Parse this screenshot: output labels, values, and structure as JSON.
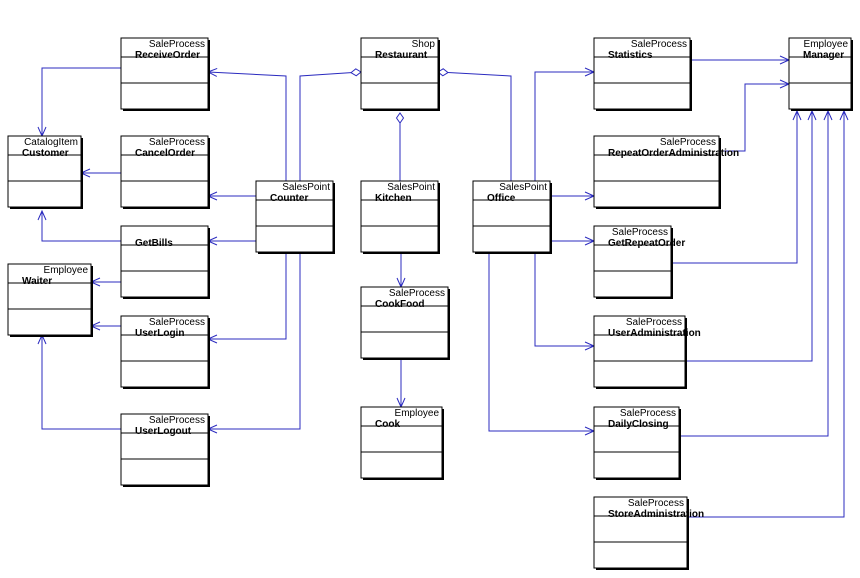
{
  "diagram": {
    "classes": [
      {
        "id": "shop-restaurant",
        "stereotype": "Shop",
        "name": "Restaurant"
      },
      {
        "id": "receive-order",
        "stereotype": "SaleProcess",
        "name": "ReceiveOrder"
      },
      {
        "id": "cancel-order",
        "stereotype": "SaleProcess",
        "name": "CancelOrder"
      },
      {
        "id": "get-bills",
        "stereotype": "",
        "name": "GetBills"
      },
      {
        "id": "user-login",
        "stereotype": "SaleProcess",
        "name": "UserLogin"
      },
      {
        "id": "user-logout",
        "stereotype": "SaleProcess",
        "name": "UserLogout"
      },
      {
        "id": "customer",
        "stereotype": "CatalogItem",
        "name": "Customer"
      },
      {
        "id": "waiter",
        "stereotype": "Employee",
        "name": "Waiter"
      },
      {
        "id": "counter",
        "stereotype": "SalesPoint",
        "name": "Counter"
      },
      {
        "id": "kitchen",
        "stereotype": "SalesPoint",
        "name": "Kitchen"
      },
      {
        "id": "office",
        "stereotype": "SalesPoint",
        "name": "Office"
      },
      {
        "id": "cook-food",
        "stereotype": "SaleProcess",
        "name": "CookFood"
      },
      {
        "id": "cook",
        "stereotype": "Employee",
        "name": "Cook"
      },
      {
        "id": "statistics",
        "stereotype": "SaleProcess",
        "name": "Statistics"
      },
      {
        "id": "manager",
        "stereotype": "Employee",
        "name": "Manager"
      },
      {
        "id": "repeat-order-admin",
        "stereotype": "SaleProcess",
        "name": "RepeatOrderAdministration"
      },
      {
        "id": "get-repeat-order",
        "stereotype": "SaleProcess",
        "name": "GetRepeatOrder"
      },
      {
        "id": "user-admin",
        "stereotype": "SaleProcess",
        "name": "UserAdministration"
      },
      {
        "id": "daily-closing",
        "stereotype": "SaleProcess",
        "name": "DailyClosing"
      },
      {
        "id": "store-admin",
        "stereotype": "SaleProcess",
        "name": "StoreAdministration"
      }
    ],
    "relations": [
      {
        "kind": "composition",
        "from": "shop-restaurant",
        "to": "counter"
      },
      {
        "kind": "composition",
        "from": "shop-restaurant",
        "to": "kitchen"
      },
      {
        "kind": "composition",
        "from": "shop-restaurant",
        "to": "office"
      },
      {
        "kind": "association",
        "from": "counter",
        "to": "receive-order"
      },
      {
        "kind": "association",
        "from": "counter",
        "to": "cancel-order"
      },
      {
        "kind": "association",
        "from": "counter",
        "to": "get-bills"
      },
      {
        "kind": "association",
        "from": "counter",
        "to": "user-login"
      },
      {
        "kind": "association",
        "from": "counter",
        "to": "user-logout"
      },
      {
        "kind": "association",
        "from": "receive-order",
        "to": "customer"
      },
      {
        "kind": "association",
        "from": "cancel-order",
        "to": "customer"
      },
      {
        "kind": "association",
        "from": "get-bills",
        "to": "customer"
      },
      {
        "kind": "association",
        "from": "get-bills",
        "to": "waiter"
      },
      {
        "kind": "association",
        "from": "user-login",
        "to": "waiter"
      },
      {
        "kind": "association",
        "from": "user-logout",
        "to": "waiter"
      },
      {
        "kind": "association",
        "from": "kitchen",
        "to": "cook-food"
      },
      {
        "kind": "association",
        "from": "cook-food",
        "to": "cook"
      },
      {
        "kind": "association",
        "from": "office",
        "to": "statistics"
      },
      {
        "kind": "association",
        "from": "office",
        "to": "repeat-order-admin"
      },
      {
        "kind": "association",
        "from": "office",
        "to": "get-repeat-order"
      },
      {
        "kind": "association",
        "from": "office",
        "to": "user-admin"
      },
      {
        "kind": "association",
        "from": "office",
        "to": "daily-closing"
      },
      {
        "kind": "association",
        "from": "statistics",
        "to": "manager"
      },
      {
        "kind": "association",
        "from": "repeat-order-admin",
        "to": "manager"
      },
      {
        "kind": "association",
        "from": "get-repeat-order",
        "to": "manager"
      },
      {
        "kind": "association",
        "from": "user-admin",
        "to": "manager"
      },
      {
        "kind": "association",
        "from": "daily-closing",
        "to": "manager"
      },
      {
        "kind": "association",
        "from": "store-admin",
        "to": "manager"
      }
    ]
  }
}
